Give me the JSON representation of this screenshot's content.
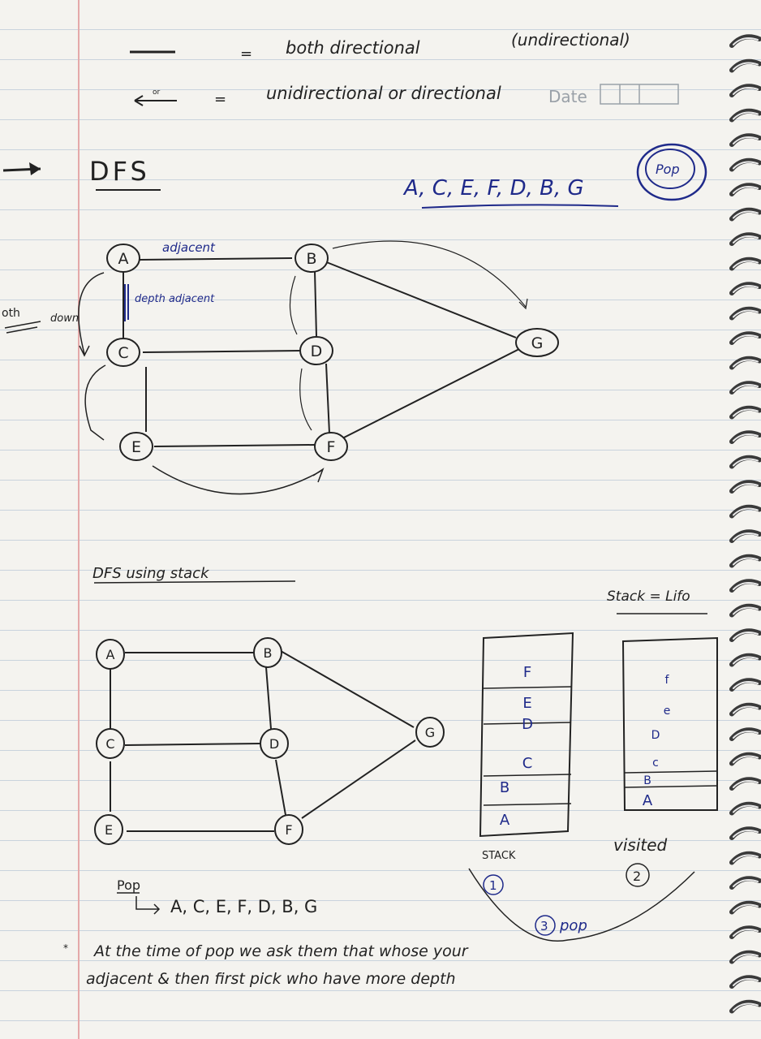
{
  "legend": {
    "line1_eq": "=",
    "line1_text": "both directional",
    "line1_paren": "(undirectional)",
    "line2_eq": "=",
    "line2_text": "unidirectional or directional",
    "arrow_label": "or",
    "date_label": "Date"
  },
  "dfs": {
    "heading": "DFS",
    "order": "A, C, E, F, D, B, G",
    "pop_circle": "Pop",
    "edge_note_adjacent": "adjacent",
    "edge_note_depth": "depth adjacent",
    "side_note_down": "down",
    "margin_cut": "oth",
    "nodes": [
      "A",
      "B",
      "C",
      "D",
      "E",
      "F",
      "G"
    ]
  },
  "dfs_stack": {
    "heading": "DFS using stack",
    "stack_label": "Stack = Lifo",
    "nodes": [
      "A",
      "B",
      "C",
      "D",
      "E",
      "F",
      "G"
    ],
    "stack1_items": [
      "F",
      "E",
      "D",
      "C",
      "B",
      "A"
    ],
    "stack1_caption": "STACK",
    "stack1_number": "1",
    "stack2_items": [
      "f",
      "e",
      "D",
      "c",
      "B",
      "A"
    ],
    "stack2_caption": "visited",
    "stack2_number": "2",
    "pop_number": "3",
    "pop_word": "pop",
    "pop_heading": "Pop",
    "pop_sequence": "A, C, E, F, D, B, G",
    "note_bullet": "*",
    "note_line1": "At the time of pop we ask them that whose your",
    "note_line2": "adjacent & then first pick who have more depth"
  },
  "colors": {
    "ink": "#1f2a8a",
    "pencil": "#222222",
    "paper": "#f4f3ef",
    "rule": "#c9d3dd",
    "margin": "#e4a9a9"
  }
}
